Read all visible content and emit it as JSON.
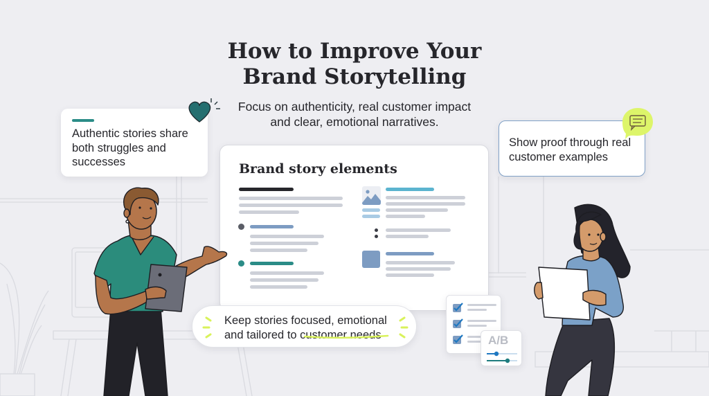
{
  "header": {
    "title_line1": "How to Improve Your",
    "title_line2": "Brand Storytelling",
    "subtitle_line1": "Focus on authenticity, real customer impact",
    "subtitle_line2": "and clear, emotional narratives."
  },
  "callouts": {
    "left": {
      "text": "Authentic stories share both struggles and successes",
      "icon": "heart-icon",
      "accent_color": "#2b8c87"
    },
    "right": {
      "text": "Show proof through real customer examples",
      "icon": "chat-bubble-icon",
      "badge_color": "#ddf56a",
      "border_color": "#7fa0c6"
    },
    "bottom": {
      "text_prefix": "Keep stories focused, emotional and tailored to ",
      "text_highlight": "customer needs",
      "highlight_color": "#d9f25b"
    }
  },
  "document": {
    "title": "Brand story elements",
    "colors": {
      "heading_bar": "#26262b",
      "text_bar": "#cdd0d8",
      "blue_bar": "#7d9cc2",
      "teal_bar": "#2b8c87",
      "cyan_bar": "#5bb4cf",
      "image_tile": "#7d9cc2"
    }
  },
  "widgets": {
    "checklist": {
      "items": 3,
      "check_color": "#1f78c1"
    },
    "ab_test": {
      "label": "A/B"
    }
  },
  "characters": {
    "left": {
      "shirt_color": "#2b8c7c",
      "pants_color": "#222228",
      "skin_color": "#b5764b",
      "tablet_color": "#6b6d78"
    },
    "right": {
      "shirt_color": "#7ba1c8",
      "pants_color": "#35353f",
      "skin_color": "#d49b6b",
      "hair_color": "#23232b"
    }
  }
}
